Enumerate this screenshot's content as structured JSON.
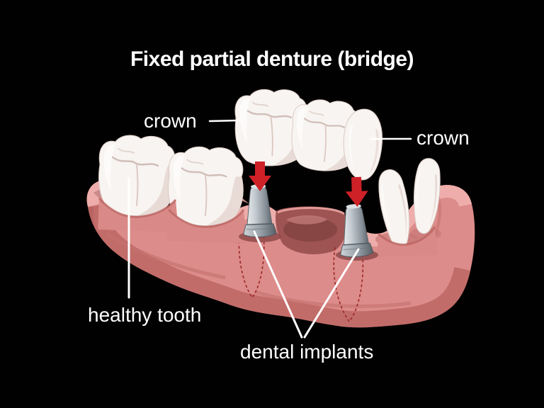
{
  "title": "Fixed partial denture (bridge)",
  "labels": {
    "crown_left": "crown",
    "crown_right": "crown",
    "healthy_tooth": "healthy tooth",
    "dental_implants": "dental implants"
  },
  "colors": {
    "background": "#010101",
    "label_text": "#ffffff",
    "arrow_red": "#ce2027",
    "gum_pink": "#dc8c8a",
    "gum_highlight": "#eeadaa",
    "gum_shadow": "#c06a68",
    "recess_dark": "#9e5453",
    "tooth_white": "#f8f4f1",
    "implant_gray": "#aab3ba",
    "root_outline_red": "#9e2b2b",
    "leader_line": "#ffffff"
  },
  "figure": {
    "type": "dental-diagram",
    "parts": [
      "bridge of three crowns",
      "two dental implant abutments",
      "two healthy molars",
      "two front teeth",
      "lower gum ridge",
      "red placement arrows",
      "dotted implant root outlines"
    ]
  }
}
